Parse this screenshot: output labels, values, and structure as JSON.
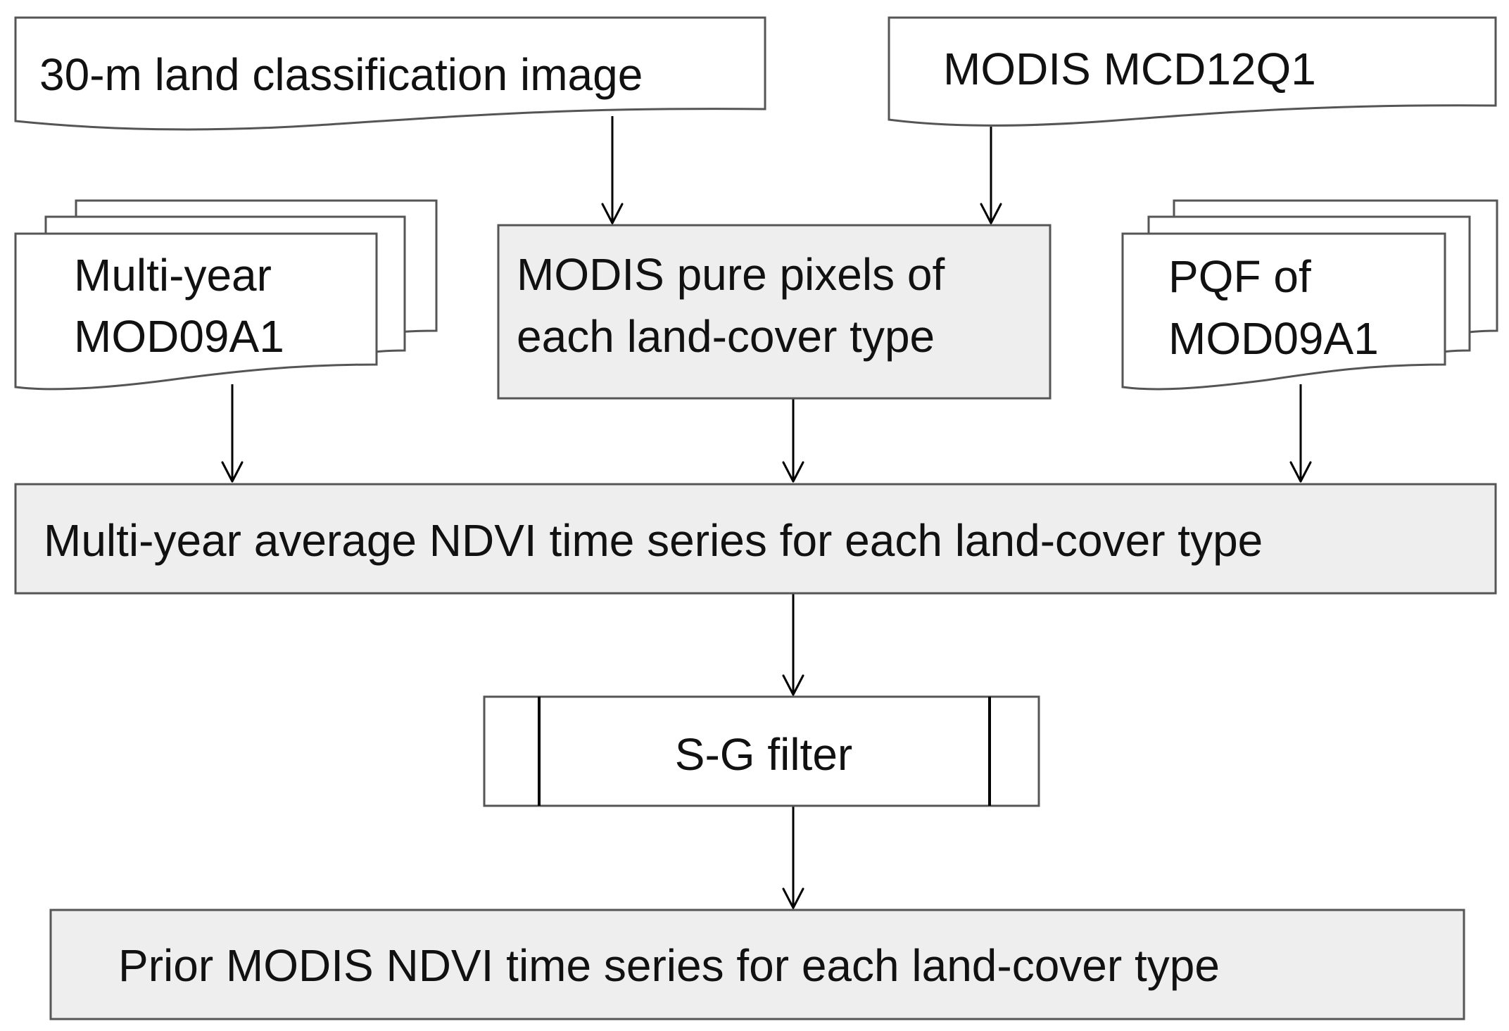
{
  "nodes": {
    "land_classification": {
      "text": "30-m land classification image"
    },
    "mcd12q1": {
      "text": "MODIS MCD12Q1"
    },
    "mod09a1": {
      "lines": [
        "Multi-year",
        "MOD09A1"
      ]
    },
    "pure_pixels": {
      "lines": [
        "MODIS pure pixels of",
        "each land-cover type"
      ]
    },
    "pqf": {
      "lines": [
        "PQF of",
        "MOD09A1"
      ]
    },
    "average_ndvi": {
      "text": "Multi-year average NDVI time series for each land-cover type"
    },
    "sg_filter": {
      "text": "S-G filter"
    },
    "prior_ndvi": {
      "text": "Prior MODIS NDVI time series for each land-cover type"
    }
  },
  "edges": [
    {
      "from": "land_classification",
      "to": "pure_pixels"
    },
    {
      "from": "mcd12q1",
      "to": "pure_pixels"
    },
    {
      "from": "mod09a1",
      "to": "average_ndvi"
    },
    {
      "from": "pure_pixels",
      "to": "average_ndvi"
    },
    {
      "from": "pqf",
      "to": "average_ndvi"
    },
    {
      "from": "average_ndvi",
      "to": "sg_filter"
    },
    {
      "from": "sg_filter",
      "to": "prior_ndvi"
    }
  ]
}
